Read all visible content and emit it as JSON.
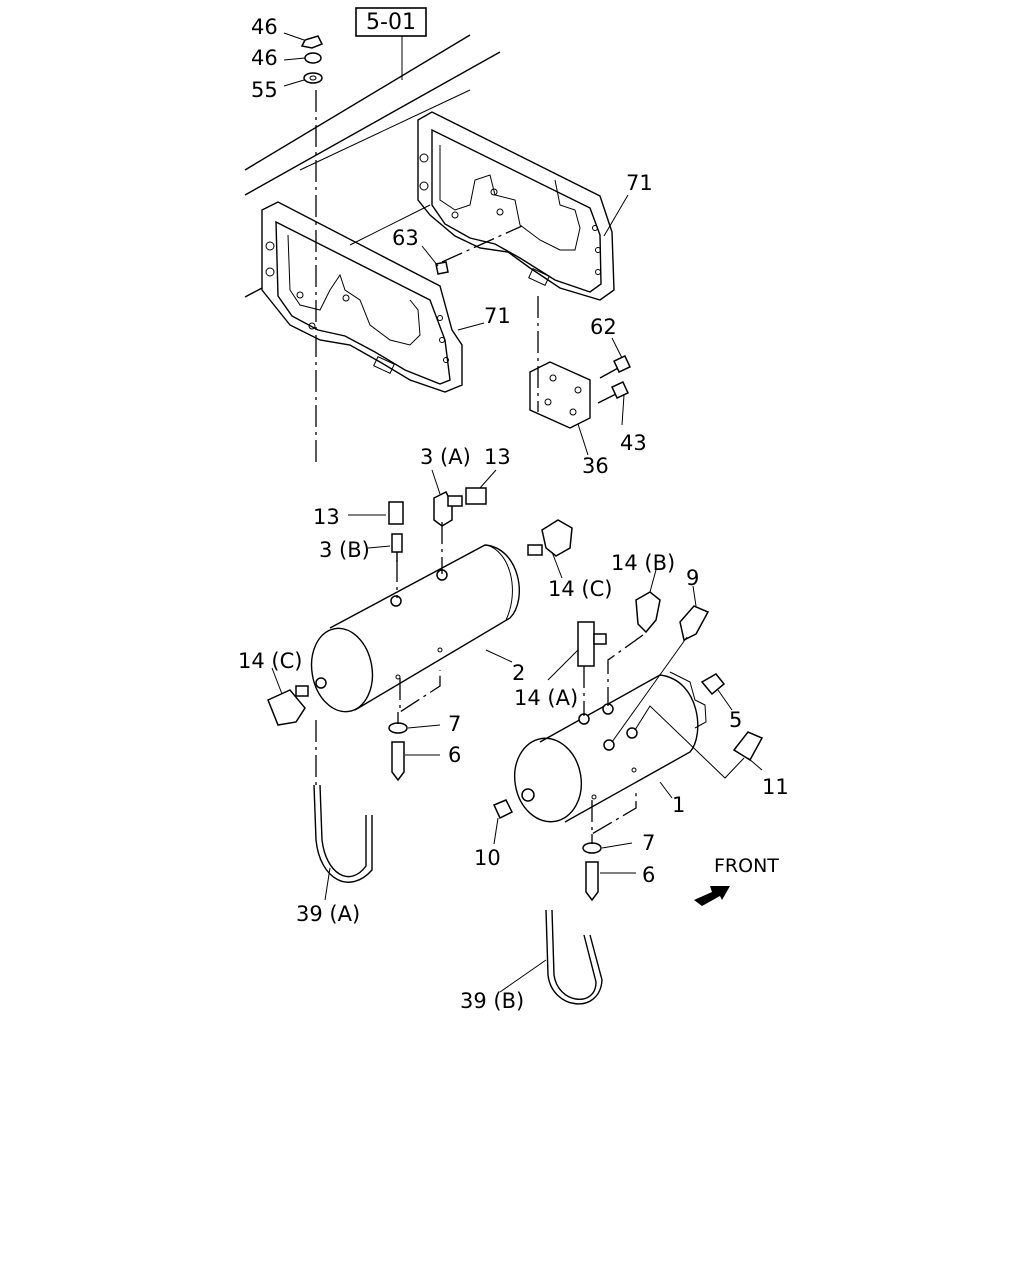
{
  "ref_box": "5-01",
  "front_label": "FRONT",
  "callouts": {
    "c46a": "46",
    "c46b": "46",
    "c55": "55",
    "c71a": "71",
    "c71b": "71",
    "c63": "63",
    "c62": "62",
    "c43": "43",
    "c36": "36",
    "c3a": "3 (A)",
    "c13a": "13",
    "c13b": "13",
    "c3b": "3 (B)",
    "c14c_a": "14 (C)",
    "c14b": "14 (B)",
    "c9": "9",
    "c14c_b": "14 (C)",
    "c2": "2",
    "c14a": "14 (A)",
    "c5": "5",
    "c7a": "7",
    "c6a": "6",
    "c11": "11",
    "c1": "1",
    "c10": "10",
    "c7b": "7",
    "c6b": "6",
    "c39a": "39 (A)",
    "c39b": "39 (B)"
  }
}
